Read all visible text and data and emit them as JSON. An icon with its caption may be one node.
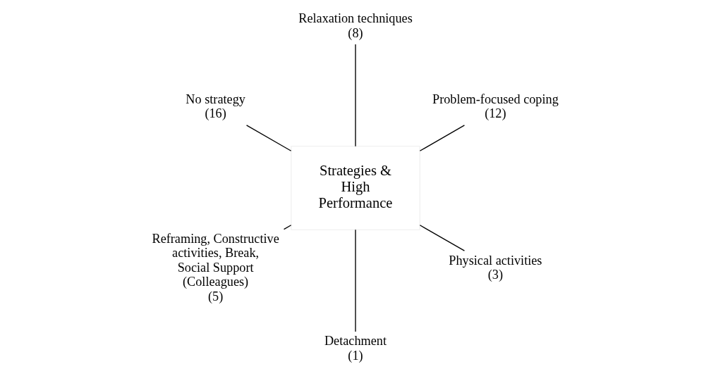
{
  "diagram": {
    "nodes": [
      {
        "text": [
          "Strategies & High Performance"
        ]
      },
      {
        "text": [
          "Problem-focused coping",
          "(12)"
        ]
      },
      {
        "text": [
          "Relaxation techniques",
          "(8)"
        ]
      },
      {
        "text": [
          "No strategy",
          "(16)"
        ]
      },
      {
        "text": [
          "Reframing, Constructive activities, Break, Social Support (Colleagues)",
          "(5)"
        ]
      },
      {
        "text": [
          "Detachment",
          "(1)"
        ]
      },
      {
        "text": [
          "Physical activities",
          "(3)"
        ]
      }
    ],
    "edges": [
      {
        "from": 0,
        "to": 1,
        "arrow": "none"
      },
      {
        "from": 0,
        "to": 2,
        "arrow": "none"
      },
      {
        "from": 0,
        "to": 3,
        "arrow": "none"
      },
      {
        "from": 0,
        "to": 4,
        "arrow": "none"
      },
      {
        "from": 0,
        "to": 5,
        "arrow": "none"
      },
      {
        "from": 0,
        "to": 6,
        "arrow": "none"
      }
    ]
  }
}
